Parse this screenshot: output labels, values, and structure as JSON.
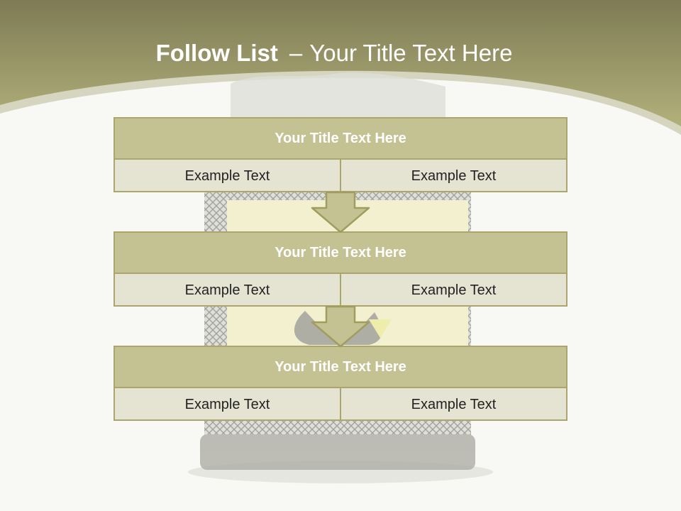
{
  "slide": {
    "title_bold": "Follow List",
    "title_dash": "–",
    "title_rest": "Your Title Text Here"
  },
  "blocks": [
    {
      "title": "Your Title Text Here",
      "left_text": "Example Text",
      "right_text": "Example Text"
    },
    {
      "title": "Your Title Text Here",
      "left_text": "Example Text",
      "right_text": "Example Text"
    },
    {
      "title": "Your Title Text Here",
      "left_text": "Example Text",
      "right_text": "Example Text"
    }
  ],
  "icons": {
    "arrow": "down-arrow-icon",
    "background": "recycling-bin-illustration"
  },
  "colors": {
    "header_band": "#a3a266",
    "block_title_fill": "#c4c292",
    "block_row_fill": "#e5e4d3",
    "border": "#aaa66e",
    "title_text": "#ffffff",
    "body_text": "#222222"
  }
}
